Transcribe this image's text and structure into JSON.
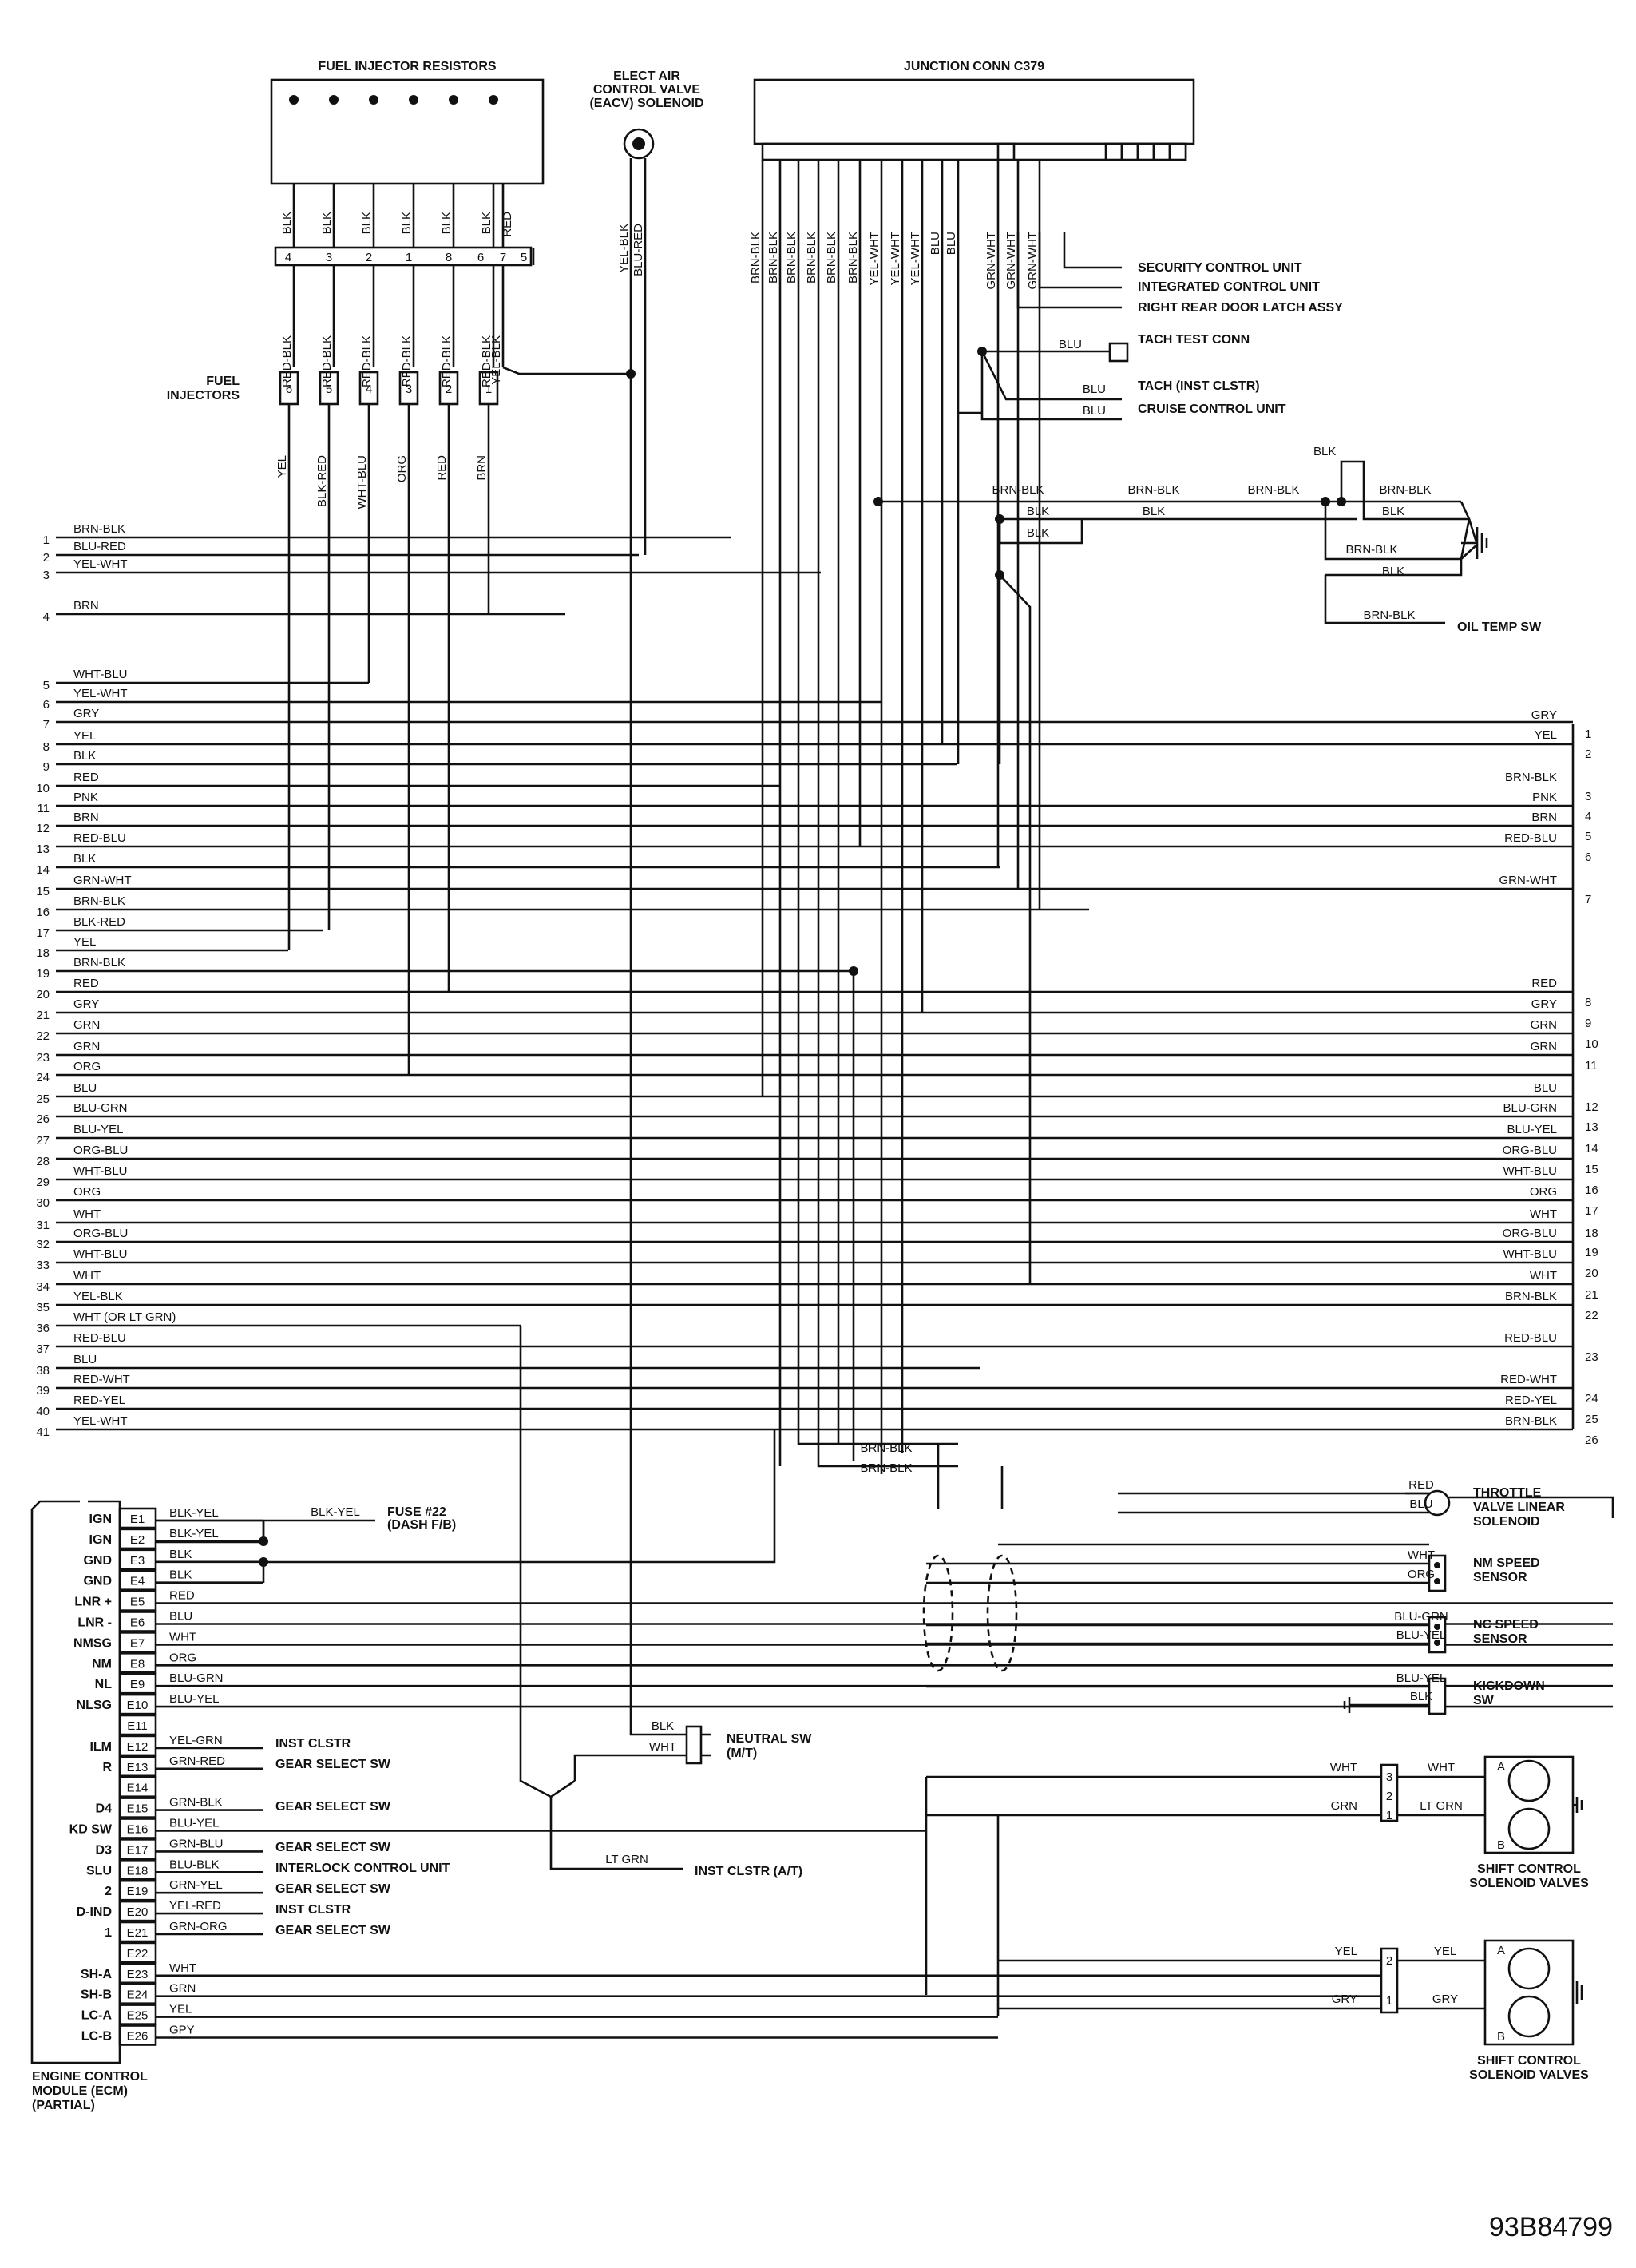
{
  "top": {
    "resistors_title": "FUEL INJECTOR RESISTORS",
    "eacv_title": [
      "ELECT AIR",
      "CONTROL VALVE",
      "(EACV) SOLENOID"
    ],
    "junction_title": "JUNCTION CONN C379",
    "injectors_label": [
      "FUEL",
      "INJECTORS"
    ]
  },
  "resistor_wires": [
    "BLK",
    "BLK",
    "BLK",
    "BLK",
    "BLK",
    "BLK",
    "RED"
  ],
  "connector_pins": [
    "4",
    "3",
    "2",
    "1",
    "8",
    "6",
    "7",
    "5"
  ],
  "connector_wires": [
    "RED-BLK",
    "RED-BLK",
    "RED-BLK",
    "RFD-BLK",
    "RED-BLK",
    "RED-BLK",
    "YEL-BLK"
  ],
  "injector_numbers": [
    "6",
    "5",
    "4",
    "3",
    "2",
    "1"
  ],
  "injector_wires": [
    "YEL",
    "BLK-RED",
    "WHT-BLU",
    "ORG",
    "RED",
    "BRN"
  ],
  "eacv_wires": [
    "YEL-BLK",
    "BLU-RED"
  ],
  "junction_wires": [
    "BRN-BLK",
    "BRN-BLK",
    "BRN-BLK",
    "BRN-BLK",
    "BRN-BLK",
    "BRN-BLK",
    "YEL-WHT",
    "YEL-WHT",
    "YEL-WHT",
    "BLU",
    "BLU",
    "GRN-WHT",
    "GRN-WHT",
    "GRN-WHT"
  ],
  "right_units": [
    {
      "wire": "",
      "label": "SECURITY CONTROL UNIT"
    },
    {
      "wire": "",
      "label": "INTEGRATED CONTROL UNIT"
    },
    {
      "wire": "",
      "label": "RIGHT REAR DOOR LATCH ASSY"
    },
    {
      "wire": "BLU",
      "label": "TACH TEST CONN"
    },
    {
      "wire": "BLU",
      "label": "TACH (INST CLSTR)"
    },
    {
      "wire": "BLU",
      "label": "CRUISE CONTROL UNIT"
    }
  ],
  "ground_wires": {
    "blk_top": "BLK",
    "bus": [
      "BRN-BLK",
      "BRN-BLK",
      "BRN-BLK",
      "BRN-BLK"
    ],
    "blk": [
      "BLK",
      "BLK",
      "BLK",
      "BLK"
    ],
    "lower": [
      "BRN-BLK",
      "BLK"
    ],
    "oil_wire": "BRN-BLK",
    "oil_label": "OIL TEMP SW"
  },
  "left_pins": [
    {
      "n": "1",
      "w": "BRN-BLK"
    },
    {
      "n": "2",
      "w": "BLU-RED"
    },
    {
      "n": "3",
      "w": "YEL-WHT"
    },
    {
      "n": "4",
      "w": "BRN"
    },
    {
      "n": "5",
      "w": "WHT-BLU"
    },
    {
      "n": "6",
      "w": "YEL-WHT"
    },
    {
      "n": "7",
      "w": "GRY"
    },
    {
      "n": "8",
      "w": "YEL"
    },
    {
      "n": "9",
      "w": "BLK"
    },
    {
      "n": "10",
      "w": "RED"
    },
    {
      "n": "11",
      "w": "PNK"
    },
    {
      "n": "12",
      "w": "BRN"
    },
    {
      "n": "13",
      "w": "RED-BLU"
    },
    {
      "n": "14",
      "w": "BLK"
    },
    {
      "n": "15",
      "w": "GRN-WHT"
    },
    {
      "n": "16",
      "w": "BRN-BLK"
    },
    {
      "n": "17",
      "w": "BLK-RED"
    },
    {
      "n": "18",
      "w": "YEL"
    },
    {
      "n": "19",
      "w": "BRN-BLK"
    },
    {
      "n": "20",
      "w": "RED"
    },
    {
      "n": "21",
      "w": "GRY"
    },
    {
      "n": "22",
      "w": "GRN"
    },
    {
      "n": "23",
      "w": "GRN"
    },
    {
      "n": "24",
      "w": "ORG"
    },
    {
      "n": "25",
      "w": "BLU"
    },
    {
      "n": "26",
      "w": "BLU-GRN"
    },
    {
      "n": "27",
      "w": "BLU-YEL"
    },
    {
      "n": "28",
      "w": "ORG-BLU"
    },
    {
      "n": "29",
      "w": "WHT-BLU"
    },
    {
      "n": "30",
      "w": "ORG"
    },
    {
      "n": "31",
      "w": "WHT"
    },
    {
      "n": "32",
      "w": "ORG-BLU"
    },
    {
      "n": "33",
      "w": "WHT-BLU"
    },
    {
      "n": "34",
      "w": "WHT"
    },
    {
      "n": "35",
      "w": "YEL-BLK"
    },
    {
      "n": "36",
      "w": "WHT (OR LT GRN)"
    },
    {
      "n": "37",
      "w": "RED-BLU"
    },
    {
      "n": "38",
      "w": "BLU"
    },
    {
      "n": "39",
      "w": "RED-WHT"
    },
    {
      "n": "40",
      "w": "RED-YEL"
    },
    {
      "n": "41",
      "w": "YEL-WHT"
    }
  ],
  "right_pins": [
    {
      "n": "1",
      "w": "GRY"
    },
    {
      "n": "2",
      "w": "YEL"
    },
    {
      "n": "3",
      "w": "BRN-BLK"
    },
    {
      "n": "4",
      "w": "PNK"
    },
    {
      "n": "5",
      "w": "BRN"
    },
    {
      "n": "6",
      "w": "RED-BLU"
    },
    {
      "n": "7",
      "w": "GRN-WHT"
    },
    {
      "n": "8",
      "w": "RED"
    },
    {
      "n": "9",
      "w": "GRY"
    },
    {
      "n": "10",
      "w": "GRN"
    },
    {
      "n": "11",
      "w": "GRN"
    },
    {
      "n": "12",
      "w": "BLU"
    },
    {
      "n": "13",
      "w": "BLU-GRN"
    },
    {
      "n": "14",
      "w": "BLU-YEL"
    },
    {
      "n": "15",
      "w": "ORG-BLU"
    },
    {
      "n": "16",
      "w": "WHT-BLU"
    },
    {
      "n": "17",
      "w": "ORG"
    },
    {
      "n": "18",
      "w": "WHT"
    },
    {
      "n": "19",
      "w": "ORG-BLU"
    },
    {
      "n": "20",
      "w": "WHT-BLU"
    },
    {
      "n": "21",
      "w": "WHT"
    },
    {
      "n": "22",
      "w": "BRN-BLK"
    },
    {
      "n": "23",
      "w": "RED-BLU"
    },
    {
      "n": "24",
      "w": "RED-WHT"
    },
    {
      "n": "25",
      "w": "RED-YEL"
    },
    {
      "n": "26",
      "w": "BRN-BLK"
    }
  ],
  "mid_labels": [
    "BRN-BLK",
    "BRN-BLK"
  ],
  "ecm": {
    "label": [
      "ENGINE CONTROL",
      "MODULE (ECM)",
      "(PARTIAL)"
    ],
    "pins": [
      {
        "name": "IGN",
        "pin": "E1",
        "wire": "BLK-YEL"
      },
      {
        "name": "IGN",
        "pin": "E2",
        "wire": "BLK-YEL"
      },
      {
        "name": "GND",
        "pin": "E3",
        "wire": "BLK"
      },
      {
        "name": "GND",
        "pin": "E4",
        "wire": "BLK"
      },
      {
        "name": "LNR +",
        "pin": "E5",
        "wire": "RED"
      },
      {
        "name": "LNR -",
        "pin": "E6",
        "wire": "BLU"
      },
      {
        "name": "NMSG",
        "pin": "E7",
        "wire": "WHT"
      },
      {
        "name": "NM",
        "pin": "E8",
        "wire": "ORG"
      },
      {
        "name": "NL",
        "pin": "E9",
        "wire": "BLU-GRN"
      },
      {
        "name": "NLSG",
        "pin": "E10",
        "wire": "BLU-YEL"
      },
      {
        "name": "",
        "pin": "E11",
        "wire": ""
      },
      {
        "name": "ILM",
        "pin": "E12",
        "wire": "YEL-GRN"
      },
      {
        "name": "R",
        "pin": "E13",
        "wire": "GRN-RED"
      },
      {
        "name": "",
        "pin": "E14",
        "wire": ""
      },
      {
        "name": "D4",
        "pin": "E15",
        "wire": "GRN-BLK"
      },
      {
        "name": "KD SW",
        "pin": "E16",
        "wire": "BLU-YEL"
      },
      {
        "name": "D3",
        "pin": "E17",
        "wire": "GRN-BLU"
      },
      {
        "name": "SLU",
        "pin": "E18",
        "wire": "BLU-BLK"
      },
      {
        "name": "2",
        "pin": "E19",
        "wire": "GRN-YEL"
      },
      {
        "name": "D-IND",
        "pin": "E20",
        "wire": "YEL-RED"
      },
      {
        "name": "1",
        "pin": "E21",
        "wire": "GRN-ORG"
      },
      {
        "name": "",
        "pin": "E22",
        "wire": ""
      },
      {
        "name": "SH-A",
        "pin": "E23",
        "wire": "WHT"
      },
      {
        "name": "SH-B",
        "pin": "E24",
        "wire": "GRN"
      },
      {
        "name": "LC-A",
        "pin": "E25",
        "wire": "YEL"
      },
      {
        "name": "LC-B",
        "pin": "E26",
        "wire": "GPY"
      }
    ]
  },
  "ecm_dest": [
    {
      "wire": "BLK-YEL",
      "label": [
        "FUSE #22",
        "(DASH F/B)"
      ]
    },
    {
      "wire": "",
      "label": [
        "INST CLSTR"
      ]
    },
    {
      "wire": "",
      "label": [
        "GEAR SELECT SW"
      ]
    },
    {
      "wire": "",
      "label": [
        "GEAR SELECT SW"
      ]
    },
    {
      "wire": "",
      "label": [
        "GEAR SELECT SW"
      ]
    },
    {
      "wire": "",
      "label": [
        "INTERLOCK CONTROL UNIT"
      ]
    },
    {
      "wire": "",
      "label": [
        "GEAR SELECT SW"
      ]
    },
    {
      "wire": "",
      "label": [
        "INST CLSTR"
      ]
    },
    {
      "wire": "",
      "label": [
        "GEAR SELECT SW"
      ]
    }
  ],
  "neutral": {
    "wires": [
      "BLK",
      "WHT"
    ],
    "label": [
      "NEUTRAL SW",
      "(M/T)"
    ]
  },
  "inst_a_t": {
    "wire": "LT GRN",
    "label": "INST CLSTR (A/T)"
  },
  "components": [
    {
      "wires": [
        "RED",
        "BLU"
      ],
      "label": [
        "THROTTLE",
        "VALVE LINEAR",
        "SOLENOID"
      ]
    },
    {
      "wires": [
        "WHT",
        "ORG"
      ],
      "label": [
        "NM SPEED",
        "SENSOR"
      ]
    },
    {
      "wires": [
        "BLU-GRN",
        "BLU-YEL"
      ],
      "label": [
        "NC SPEED",
        "SENSOR"
      ]
    },
    {
      "wires": [
        "BLU-YEL",
        "BLK"
      ],
      "label": [
        "KICKDOWN",
        "SW"
      ]
    }
  ],
  "shift1": {
    "wires": [
      "WHT",
      "WHT",
      "GRN",
      "LT GRN"
    ],
    "pins": [
      "3",
      "2",
      "1"
    ],
    "ab": [
      "A",
      "B"
    ],
    "label": [
      "SHIFT CONTROL",
      "SOLENOID VALVES"
    ]
  },
  "shift2": {
    "wires": [
      "YEL",
      "YEL",
      "GRY",
      "GRY"
    ],
    "pins": [
      "2",
      "1"
    ],
    "ab": [
      "A",
      "B"
    ],
    "label": [
      "SHIFT CONTROL",
      "SOLENOID VALVES"
    ]
  },
  "diagram_id": "93B84799"
}
